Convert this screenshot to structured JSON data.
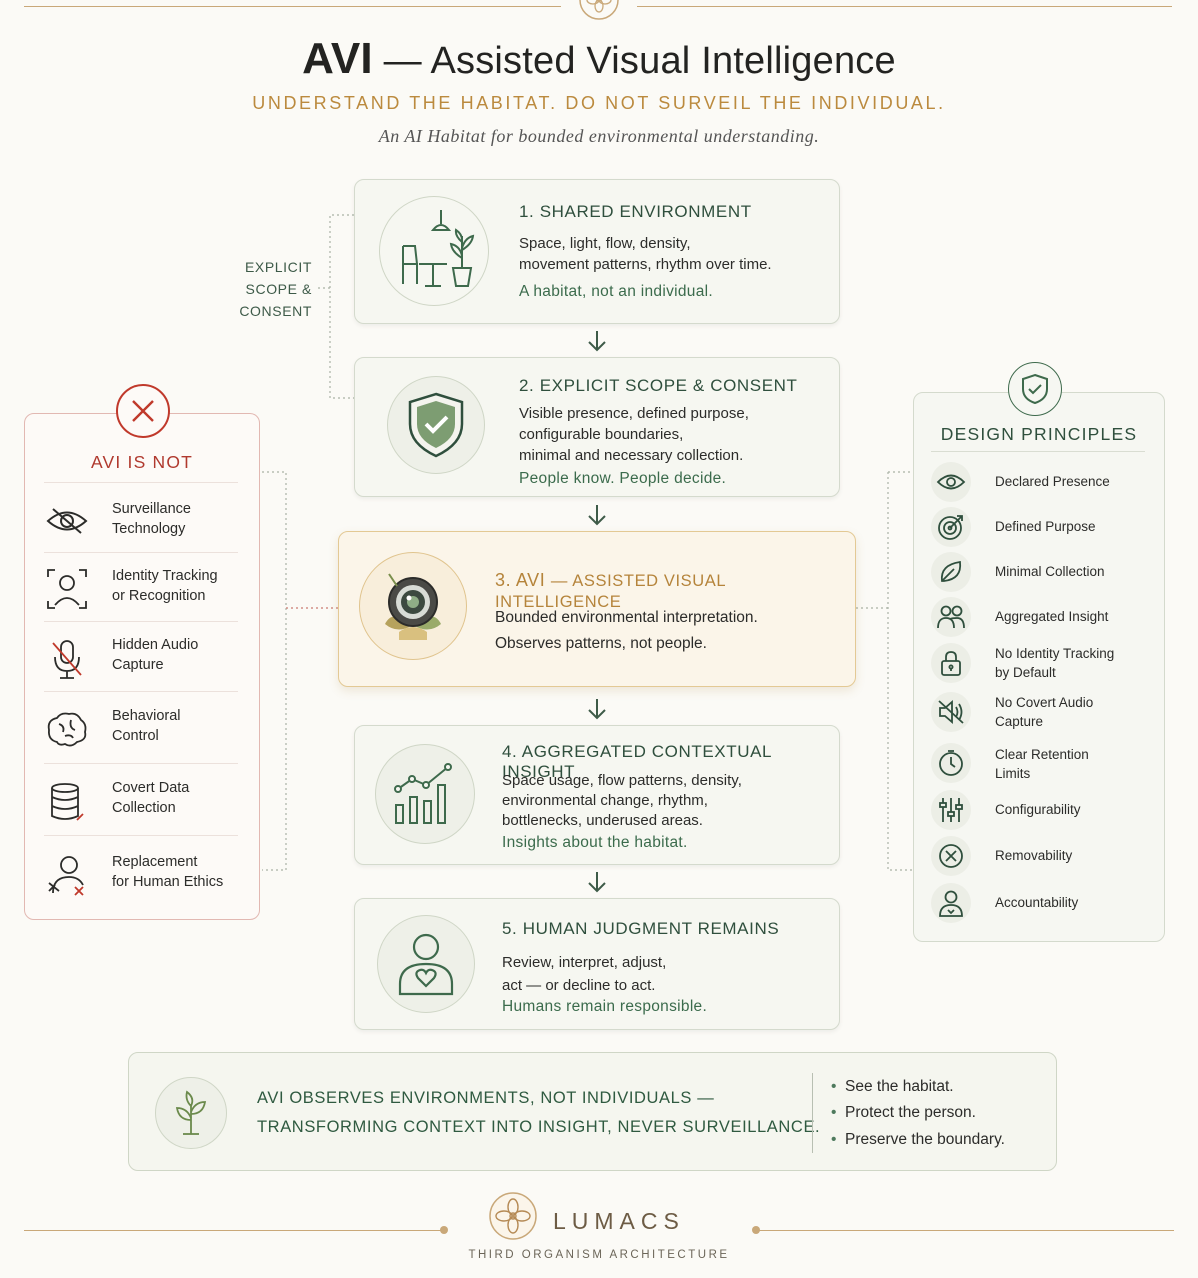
{
  "header": {
    "title_avi": "AVI",
    "title_rest": "— Assisted Visual Intelligence",
    "tagline": "UNDERSTAND THE HABITAT.  DO NOT SURVEIL THE INDIVIDUAL.",
    "subtitle": "An AI Habitat for bounded environmental understanding."
  },
  "scope_label": [
    "EXPLICIT",
    "SCOPE &",
    "CONSENT"
  ],
  "steps": [
    {
      "title": "1. SHARED ENVIRONMENT",
      "body": [
        "Space, light, flow, density,",
        "movement patterns, rhythm over time."
      ],
      "note": "A habitat, not an individual.",
      "icon": "cafe-table-plant-icon"
    },
    {
      "title": "2. EXPLICIT SCOPE & CONSENT",
      "body": [
        "Visible presence, defined purpose,",
        "configurable boundaries,",
        "minimal and necessary collection."
      ],
      "note": "People know. People decide.",
      "icon": "shield-check-icon"
    },
    {
      "title_num": "3. AVI",
      "title_rest": "— ASSISTED VISUAL INTELLIGENCE",
      "body": [
        "Bounded environmental interpretation.",
        "Observes patterns, not people."
      ],
      "icon": "camera-lens-leaves-icon"
    },
    {
      "title": "4. AGGREGATED CONTEXTUAL INSIGHT",
      "body": [
        "Space usage, flow patterns, density,",
        "environmental change, rhythm,",
        "bottlenecks, underused areas."
      ],
      "note": "Insights about the habitat.",
      "icon": "bar-line-chart-icon"
    },
    {
      "title": "5. HUMAN JUDGMENT REMAINS",
      "body": [
        "Review, interpret, adjust,",
        "act — or decline to act."
      ],
      "note": "Humans remain responsible.",
      "icon": "person-heart-icon"
    }
  ],
  "avi_is_not": {
    "title": "AVI IS NOT",
    "items": [
      {
        "line1": "Surveillance",
        "line2": "Technology",
        "icon": "eye-slash-icon"
      },
      {
        "line1": "Identity Tracking",
        "line2": "or Recognition",
        "icon": "face-scan-icon"
      },
      {
        "line1": "Hidden Audio",
        "line2": "Capture",
        "icon": "microphone-off-icon"
      },
      {
        "line1": "Behavioral",
        "line2": "Control",
        "icon": "brain-icon"
      },
      {
        "line1": "Covert Data",
        "line2": "Collection",
        "icon": "database-icon"
      },
      {
        "line1": "Replacement",
        "line2": "for Human Ethics",
        "icon": "person-x-icon"
      }
    ]
  },
  "design_principles": {
    "title": "DESIGN PRINCIPLES",
    "items": [
      {
        "line1": "Declared Presence",
        "line2": "",
        "icon": "eye-icon"
      },
      {
        "line1": "Defined Purpose",
        "line2": "",
        "icon": "target-icon"
      },
      {
        "line1": "Minimal Collection",
        "line2": "",
        "icon": "leaf-icon"
      },
      {
        "line1": "Aggregated Insight",
        "line2": "",
        "icon": "group-icon"
      },
      {
        "line1": "No Identity Tracking",
        "line2": "by Default",
        "icon": "lock-icon"
      },
      {
        "line1": "No Covert Audio",
        "line2": "Capture",
        "icon": "speaker-off-icon"
      },
      {
        "line1": "Clear Retention",
        "line2": "Limits",
        "icon": "timer-icon"
      },
      {
        "line1": "Configurability",
        "line2": "",
        "icon": "sliders-icon"
      },
      {
        "line1": "Removability",
        "line2": "",
        "icon": "x-circle-icon"
      },
      {
        "line1": "Accountability",
        "line2": "",
        "icon": "person-badge-icon"
      }
    ]
  },
  "banner": {
    "line1": "AVI OBSERVES ENVIRONMENTS, NOT INDIVIDUALS —",
    "line2": "TRANSFORMING CONTEXT INTO INSIGHT, NEVER SURVEILLANCE.",
    "bullets": [
      "See the habitat.",
      "Protect the person.",
      "Preserve the boundary."
    ],
    "icon": "sprout-icon"
  },
  "footer": {
    "brand": "LUMACS",
    "sub": "THIRD ORGANISM ARCHITECTURE",
    "icon": "flower-emblem-icon"
  },
  "colors": {
    "green": "#2f5a40",
    "gold": "#bb8a3e",
    "red": "#c0392b",
    "line": "#c9a879"
  }
}
